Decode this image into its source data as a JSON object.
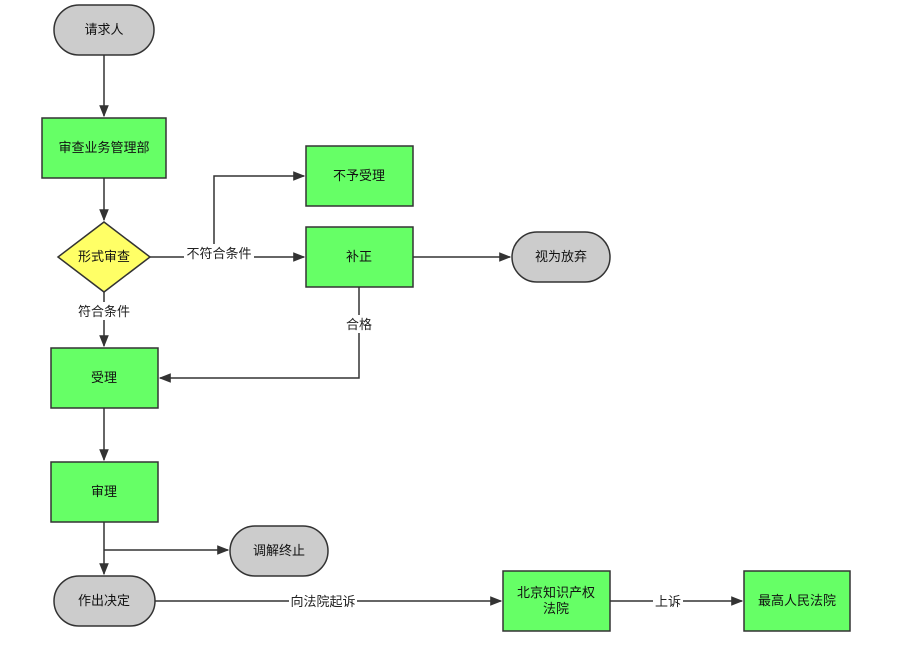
{
  "nodes": {
    "requester": {
      "label": [
        "请求人"
      ],
      "shape": "terminal",
      "color": "#cccccc"
    },
    "review_dept": {
      "label": [
        "审查业务管理部"
      ],
      "shape": "process",
      "color": "#66ff66"
    },
    "formal_review": {
      "label": [
        "形式审查"
      ],
      "shape": "decision",
      "color": "#ffff66"
    },
    "not_accepted": {
      "label": [
        "不予受理"
      ],
      "shape": "process",
      "color": "#66ff66"
    },
    "correction": {
      "label": [
        "补正"
      ],
      "shape": "process",
      "color": "#66ff66"
    },
    "deemed_waived": {
      "label": [
        "视为放弃"
      ],
      "shape": "terminal",
      "color": "#cccccc"
    },
    "accepted": {
      "label": [
        "受理"
      ],
      "shape": "process",
      "color": "#66ff66"
    },
    "trial": {
      "label": [
        "审理"
      ],
      "shape": "process",
      "color": "#66ff66"
    },
    "mediation_end": {
      "label": [
        "调解终止"
      ],
      "shape": "terminal",
      "color": "#cccccc"
    },
    "decision": {
      "label": [
        "作出决定"
      ],
      "shape": "terminal",
      "color": "#cccccc"
    },
    "beijing_ip_court": {
      "label": [
        "北京知识产权",
        "法院"
      ],
      "shape": "process",
      "color": "#66ff66"
    },
    "supreme_court": {
      "label": [
        "最高人民法院"
      ],
      "shape": "process",
      "color": "#66ff66"
    }
  },
  "edges": {
    "not_qualified": "不符合条件",
    "qualified": "符合条件",
    "passed": "合格",
    "sue": "向法院起诉",
    "appeal": "上诉"
  },
  "colors": {
    "stroke": "#333333",
    "edge": "#333333"
  }
}
